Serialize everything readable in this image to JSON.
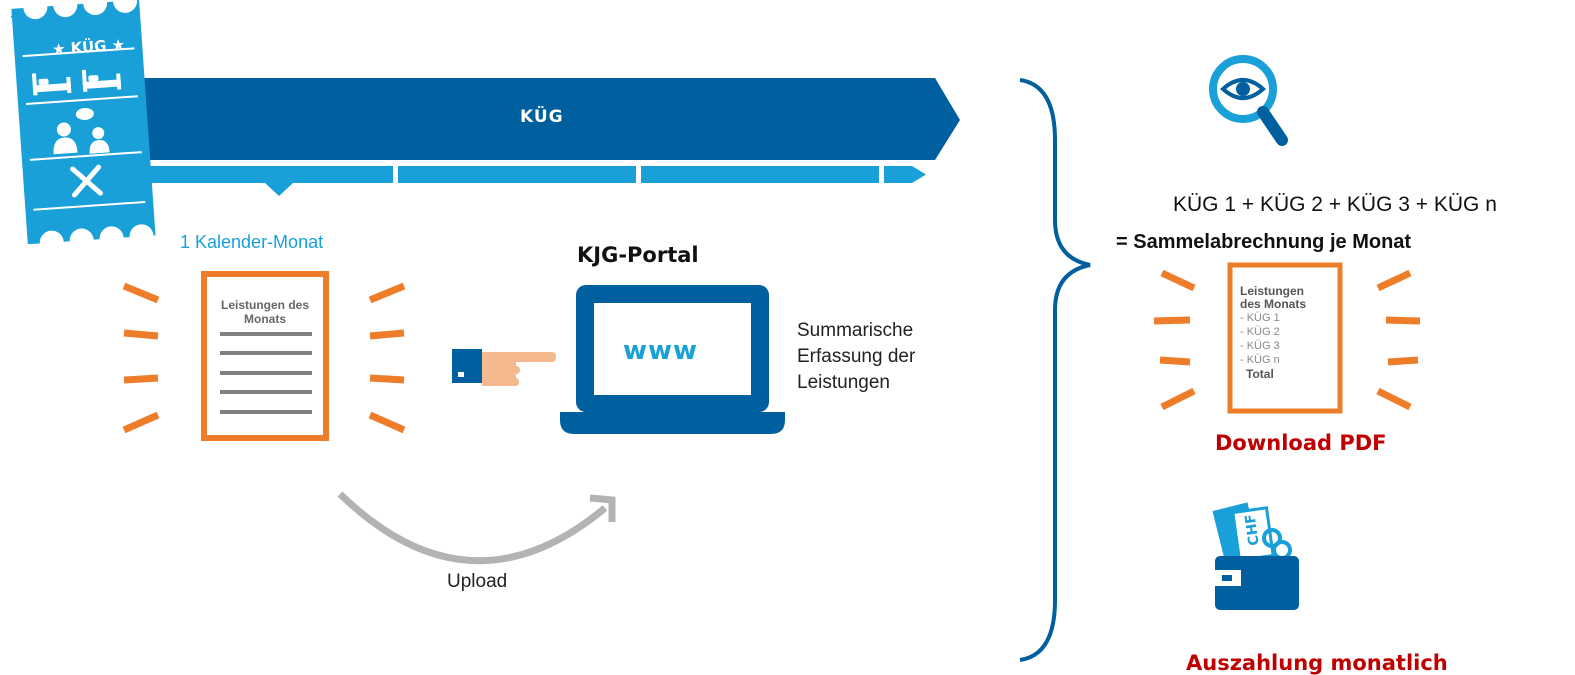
{
  "diagram": {
    "arrow_label": "KÜG",
    "ticket_label": "★ KÜG ★",
    "month_label": "1 Kalender-Monat",
    "portal_title": "KJG-Portal",
    "portal_screen": "www",
    "portal_caption": "Summarische Erfassung der Leistungen",
    "upload_label": "Upload",
    "doc_left_title": "Leistungen des Monats",
    "formula_line1": "KÜG 1 + KÜG 2 + KÜG 3 + KÜG n",
    "formula_line2": "= Sammelabrechnung je Monat",
    "doc_right_title": "Leistungen des Monats",
    "doc_right_items": [
      "- KÜG 1",
      "- KÜG 2",
      "- KÜG 3",
      "- KÜG n"
    ],
    "doc_right_total": "Total",
    "download_label": "Download PDF",
    "payout_label": "Auszahlung monatlich"
  },
  "colors": {
    "dark_blue": "#005f9e",
    "light_blue": "#1aa0d8",
    "orange": "#ee7d2a",
    "red_label": "#c00000",
    "grey_arrow": "#b3b3b3"
  },
  "icons": [
    "ticket-icon",
    "bed-icon",
    "people-icon",
    "tools-icon",
    "pointing-hand-icon",
    "laptop-icon",
    "magnifier-eye-icon",
    "wallet-chf-icon",
    "curly-brace"
  ]
}
